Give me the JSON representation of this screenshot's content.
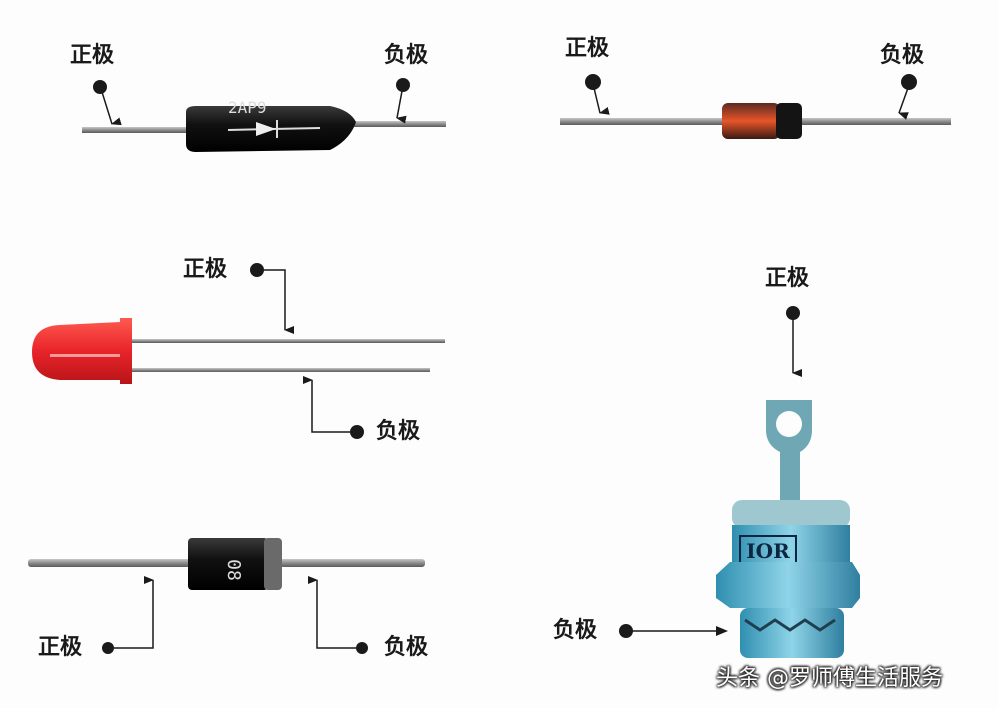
{
  "figure": {
    "title": "Diode polarity identification",
    "panels": [
      {
        "id": "glass-diode-black",
        "component": "black glass axial diode",
        "marking": "2AP9",
        "anode_label": "正极",
        "cathode_label": "负极"
      },
      {
        "id": "zener-diode-orange",
        "component": "glass zener diode (orange core, black band)",
        "anode_label": "正极",
        "cathode_label": "负极"
      },
      {
        "id": "led-red",
        "component": "red LED",
        "anode_label": "正极",
        "cathode_label": "负极"
      },
      {
        "id": "rectifier-diode-black",
        "component": "black rectifier diode with grey cathode band",
        "marking": "08",
        "anode_label": "正极",
        "cathode_label": "负极"
      },
      {
        "id": "stud-diode",
        "component": "stud-mount power diode",
        "marking": "IOR",
        "anode_label": "正极",
        "cathode_label": "负极"
      }
    ]
  },
  "labels": {
    "p1_anode": "正极",
    "p1_cathode": "负极",
    "p2_anode": "正极",
    "p2_cathode": "负极",
    "p3_anode": "正极",
    "p3_cathode": "负极",
    "p4_anode": "正极",
    "p4_cathode": "负极",
    "p5_anode": "正极",
    "p5_cathode": "负极"
  },
  "markings": {
    "p1": "2AP9",
    "p4": "08",
    "p5": "IOR"
  },
  "watermark": "头条 @罗师傅生活服务",
  "colors": {
    "background": "#fdfdfd",
    "lead": "#8a8a8a",
    "label": "#1a1a1a",
    "led_red": "#e8242a",
    "zener_orange": "#e8552a",
    "stud_blue": "#4aa9c8"
  }
}
